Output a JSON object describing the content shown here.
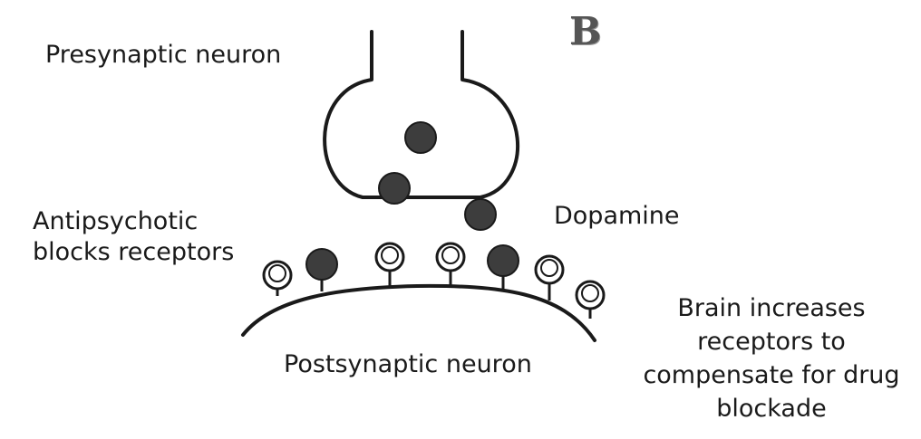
{
  "panel_letter": "B",
  "labels": {
    "presynaptic": "Presynaptic neuron",
    "antipsychotic": "Antipsychotic blocks receptors",
    "dopamine": "Dopamine",
    "postsynaptic": "Postsynaptic neuron",
    "brain_increases": "Brain increases receptors to compensate for drug blockade"
  },
  "receptors": [
    {
      "state": "empty"
    },
    {
      "state": "blocked"
    },
    {
      "state": "empty"
    },
    {
      "state": "empty"
    },
    {
      "state": "blocked"
    },
    {
      "state": "empty"
    },
    {
      "state": "empty"
    }
  ],
  "colors": {
    "ink": "#1a1a1a",
    "filled_molecule": "#3d3d3d",
    "empty_receptor": "#ffffff"
  }
}
